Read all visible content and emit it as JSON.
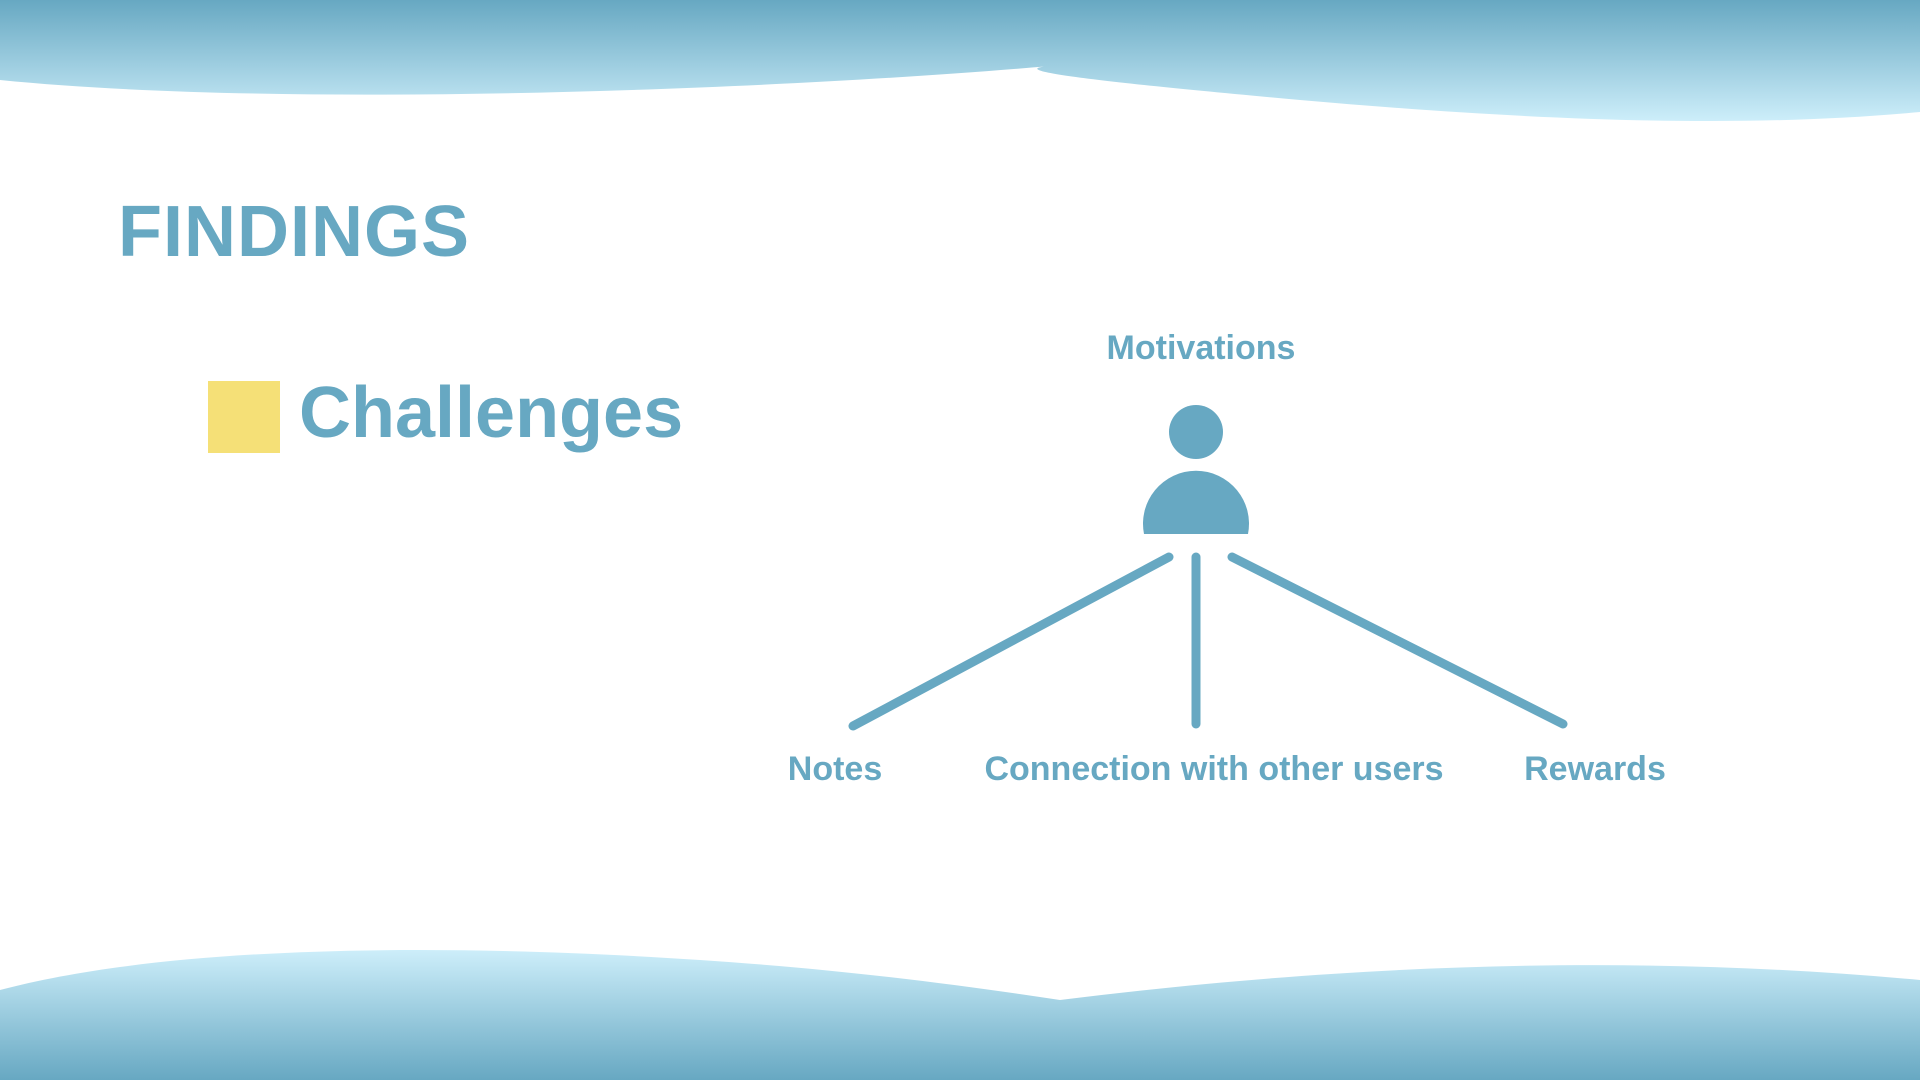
{
  "colors": {
    "accent": "#67a8c2",
    "swatch": "#f5e077",
    "wave_light": "#cdeefa",
    "wave_dark": "#67a8c2"
  },
  "slide": {
    "title": "FINDINGS",
    "legend": {
      "label": "Challenges"
    }
  },
  "diagram": {
    "root": {
      "label": "Motivations",
      "icon": "person-icon"
    },
    "children": [
      {
        "label": "Notes"
      },
      {
        "label": "Connection with other users"
      },
      {
        "label": "Rewards"
      }
    ]
  }
}
